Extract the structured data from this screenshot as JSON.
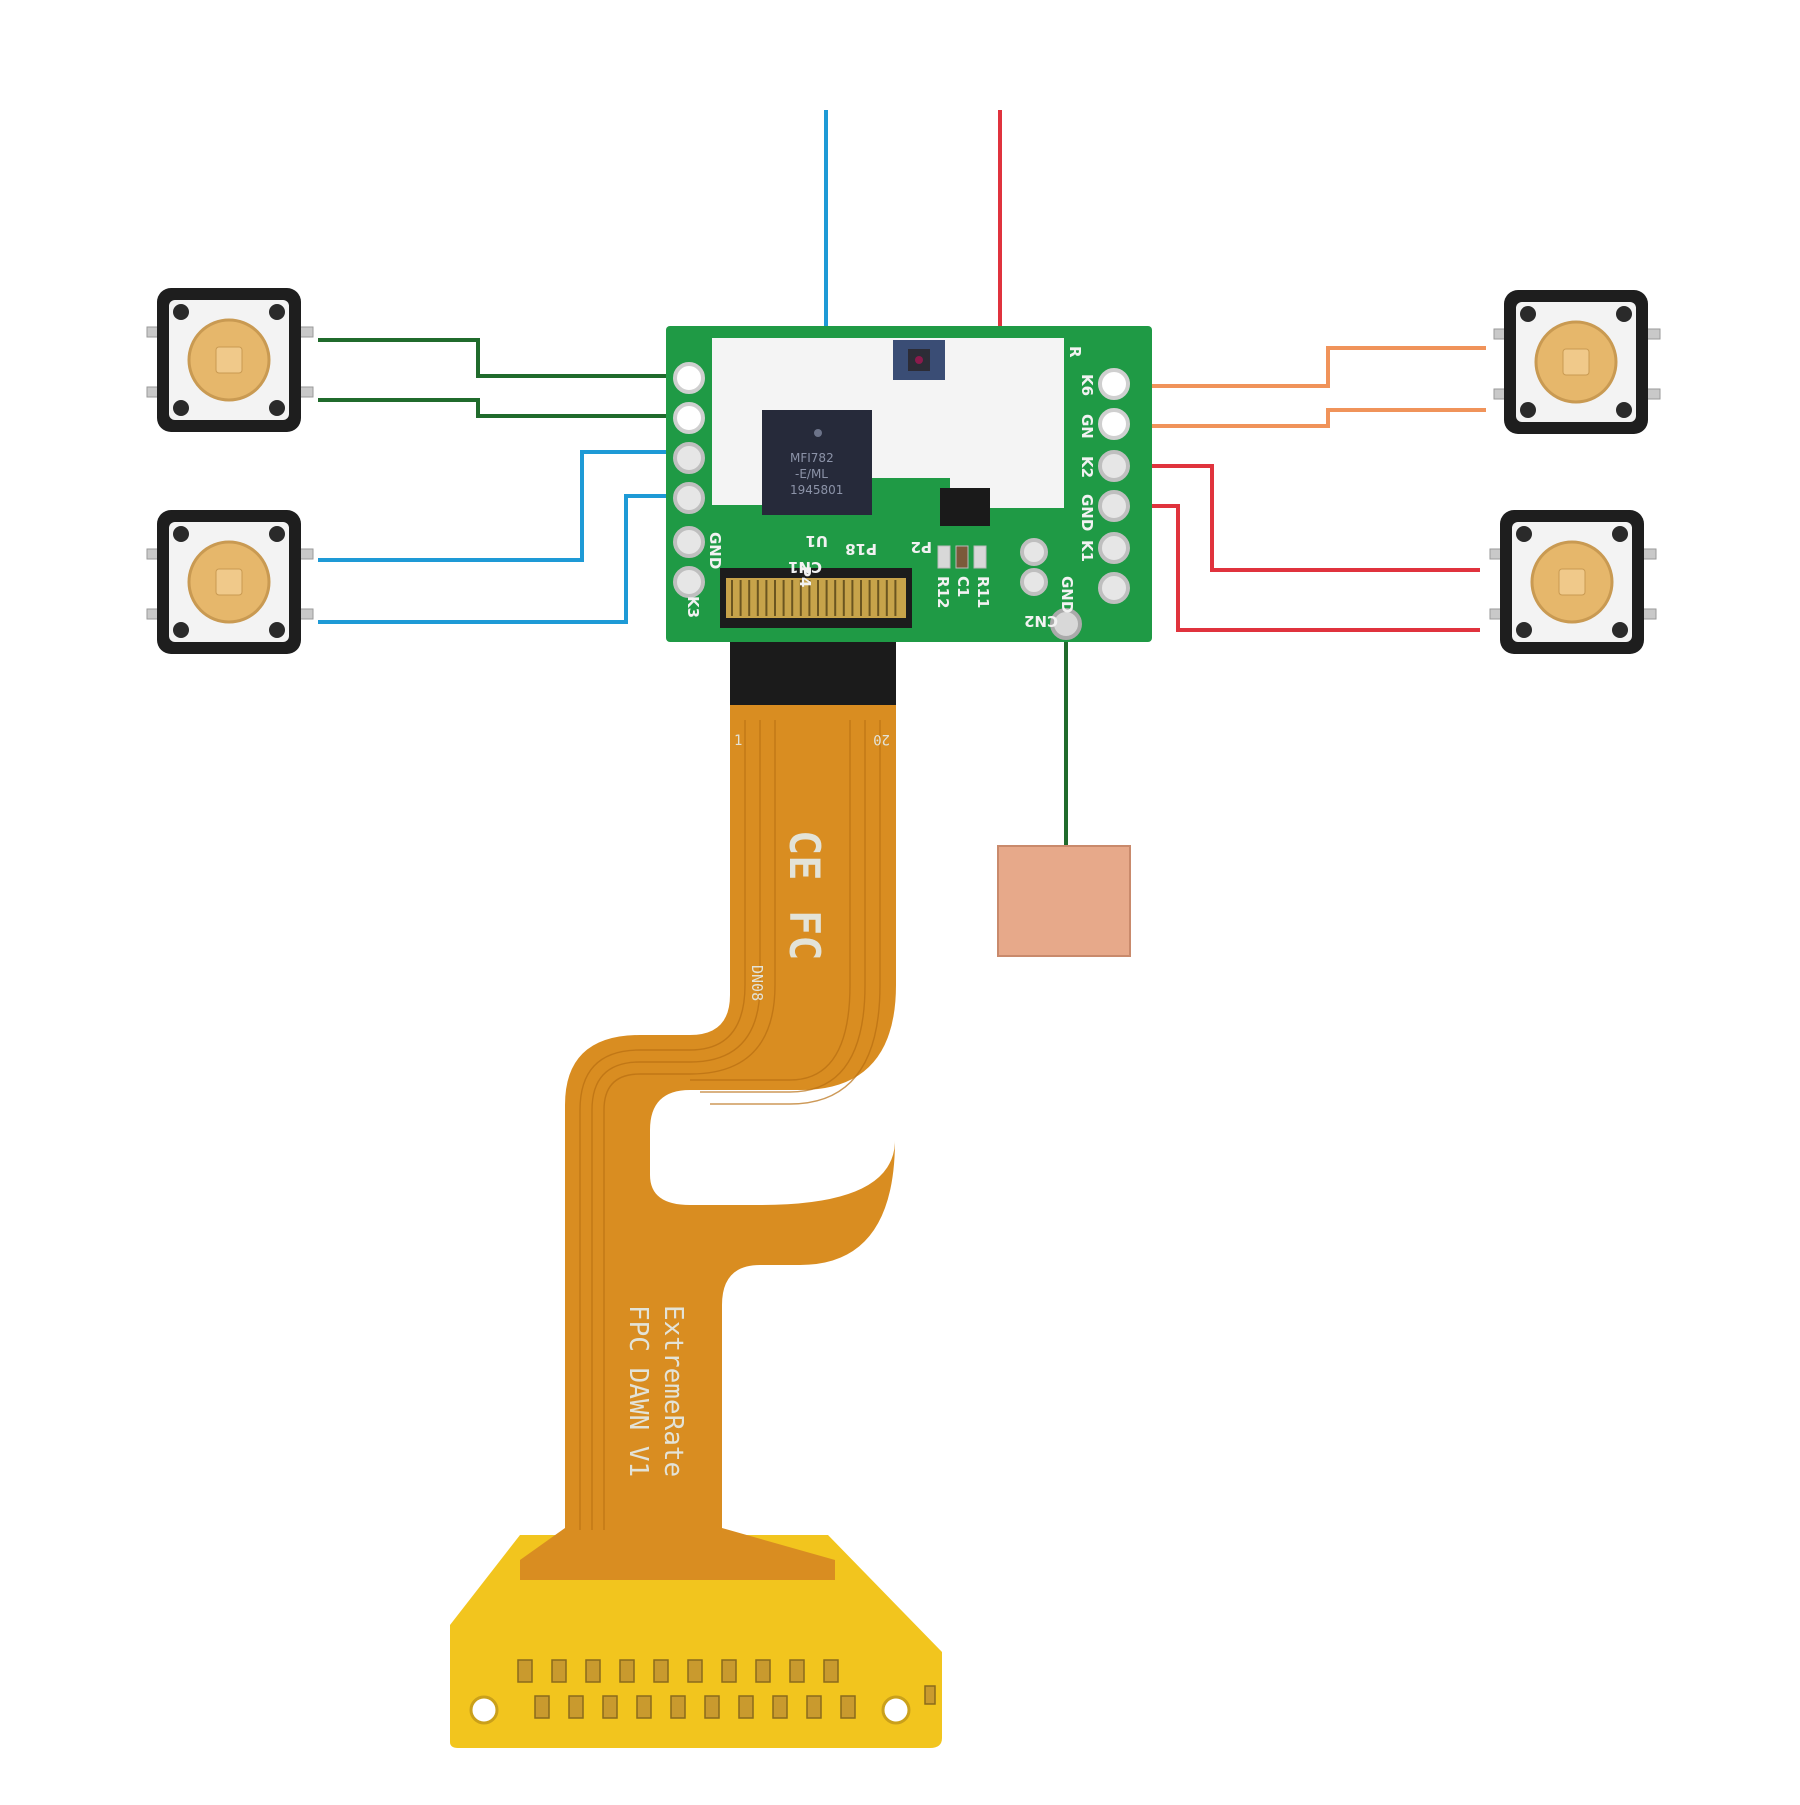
{
  "colors": {
    "pcb": "#1f9a45",
    "pcb_dark": "#137a33",
    "flex": "#d98d21",
    "flex_tail": "#f2c51e",
    "wire_blue": "#1e9ad6",
    "wire_red": "#e0333d",
    "wire_green": "#206b2c",
    "wire_orange": "#f0935a",
    "button_cap": "#e6b76b",
    "copper": "#e7a98a"
  },
  "pcb": {
    "left_labels": [
      "GND",
      "K3"
    ],
    "center_labels": [
      "U1",
      "CN1",
      "P18",
      "P4",
      "P2",
      "R12",
      "C1",
      "R11",
      "CN2"
    ],
    "right_labels": [
      "K6",
      "GN",
      "K2",
      "GND",
      "K1",
      "GND",
      "R"
    ],
    "chip_marking": [
      "MFI782",
      "-E/ML",
      "1945801"
    ]
  },
  "flex_cable": {
    "pin_start": "1",
    "pin_end": "20",
    "cert_marks": [
      "CE",
      "FC"
    ],
    "part_code": "DN08",
    "brand_line": "ExtremeRate",
    "model_line": "FPC DAWN V1"
  },
  "buttons": {
    "count": 4
  }
}
